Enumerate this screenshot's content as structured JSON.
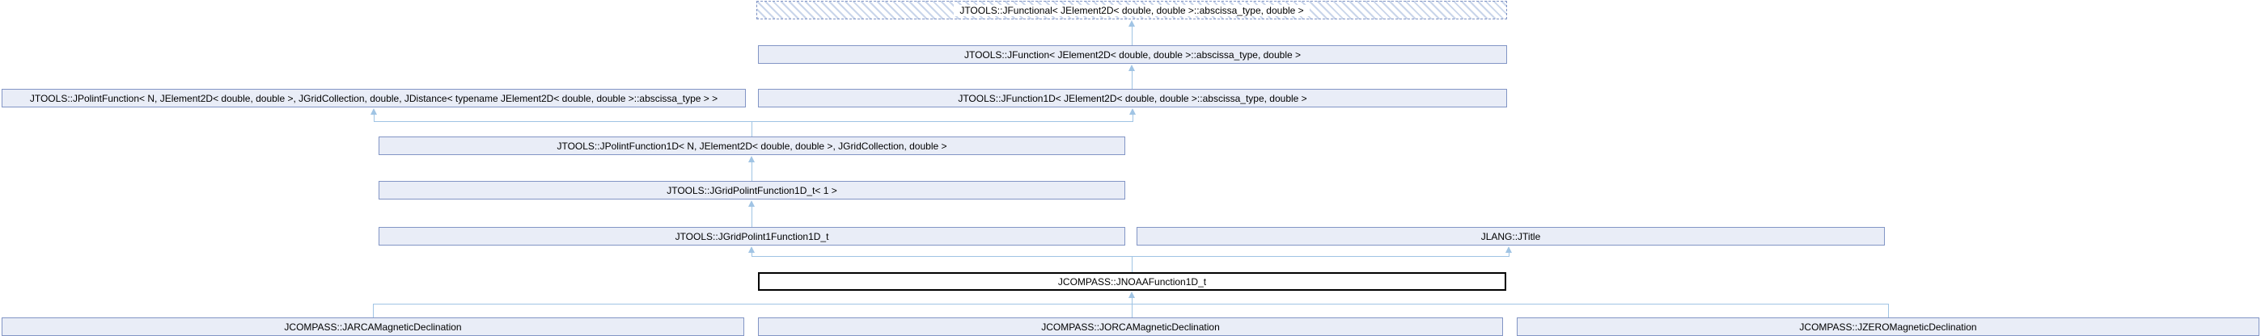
{
  "diagram": {
    "kind": "class-inheritance-diagram",
    "colors": {
      "node_fill": "#e9edf7",
      "node_border": "#8295c5",
      "template_hatch": "#c9d5ea",
      "edge": "#a0c4e4",
      "current_node_border": "#000000",
      "current_node_fill": "#ffffff"
    },
    "nodes": {
      "jfunctional": {
        "label": "JTOOLS::JFunctional< JElement2D< double, double >::abscissa_type, double >",
        "style": "template-dashed"
      },
      "jfunction": {
        "label": "JTOOLS::JFunction< JElement2D< double, double >::abscissa_type, double >"
      },
      "jpolintfunction": {
        "label": "JTOOLS::JPolintFunction< N, JElement2D< double, double >, JGridCollection, double, JDistance< typename JElement2D< double, double >::abscissa_type > >"
      },
      "jfunction1d": {
        "label": "JTOOLS::JFunction1D< JElement2D< double, double >::abscissa_type, double >"
      },
      "jpolintfunction1d": {
        "label": "JTOOLS::JPolintFunction1D< N, JElement2D< double, double >, JGridCollection, double >"
      },
      "jgridpolintfunction1d_t": {
        "label": "JTOOLS::JGridPolintFunction1D_t< 1 >"
      },
      "jgridpolint1function1d_t": {
        "label": "JTOOLS::JGridPolint1Function1D_t"
      },
      "jtitle": {
        "label": "JLANG::JTitle"
      },
      "jnoaafunction1d_t": {
        "label": "JCOMPASS::JNOAAFunction1D_t",
        "style": "current"
      },
      "jarcamagneticdeclination": {
        "label": "JCOMPASS::JARCAMagneticDeclination"
      },
      "jorcamagneticdeclination": {
        "label": "JCOMPASS::JORCAMagneticDeclination"
      },
      "jzeromagneticdeclination": {
        "label": "JCOMPASS::JZEROMagneticDeclination"
      }
    },
    "edges": [
      {
        "from": "jfunction",
        "to": "jfunctional"
      },
      {
        "from": "jfunction1d",
        "to": "jfunction"
      },
      {
        "from": "jpolintfunction1d",
        "to": "jpolintfunction"
      },
      {
        "from": "jpolintfunction1d",
        "to": "jfunction1d"
      },
      {
        "from": "jgridpolintfunction1d_t",
        "to": "jpolintfunction1d"
      },
      {
        "from": "jgridpolint1function1d_t",
        "to": "jgridpolintfunction1d_t"
      },
      {
        "from": "jnoaafunction1d_t",
        "to": "jgridpolint1function1d_t"
      },
      {
        "from": "jnoaafunction1d_t",
        "to": "jtitle"
      },
      {
        "from": "jarcamagneticdeclination",
        "to": "jnoaafunction1d_t"
      },
      {
        "from": "jorcamagneticdeclination",
        "to": "jnoaafunction1d_t"
      },
      {
        "from": "jzeromagneticdeclination",
        "to": "jnoaafunction1d_t"
      }
    ]
  }
}
